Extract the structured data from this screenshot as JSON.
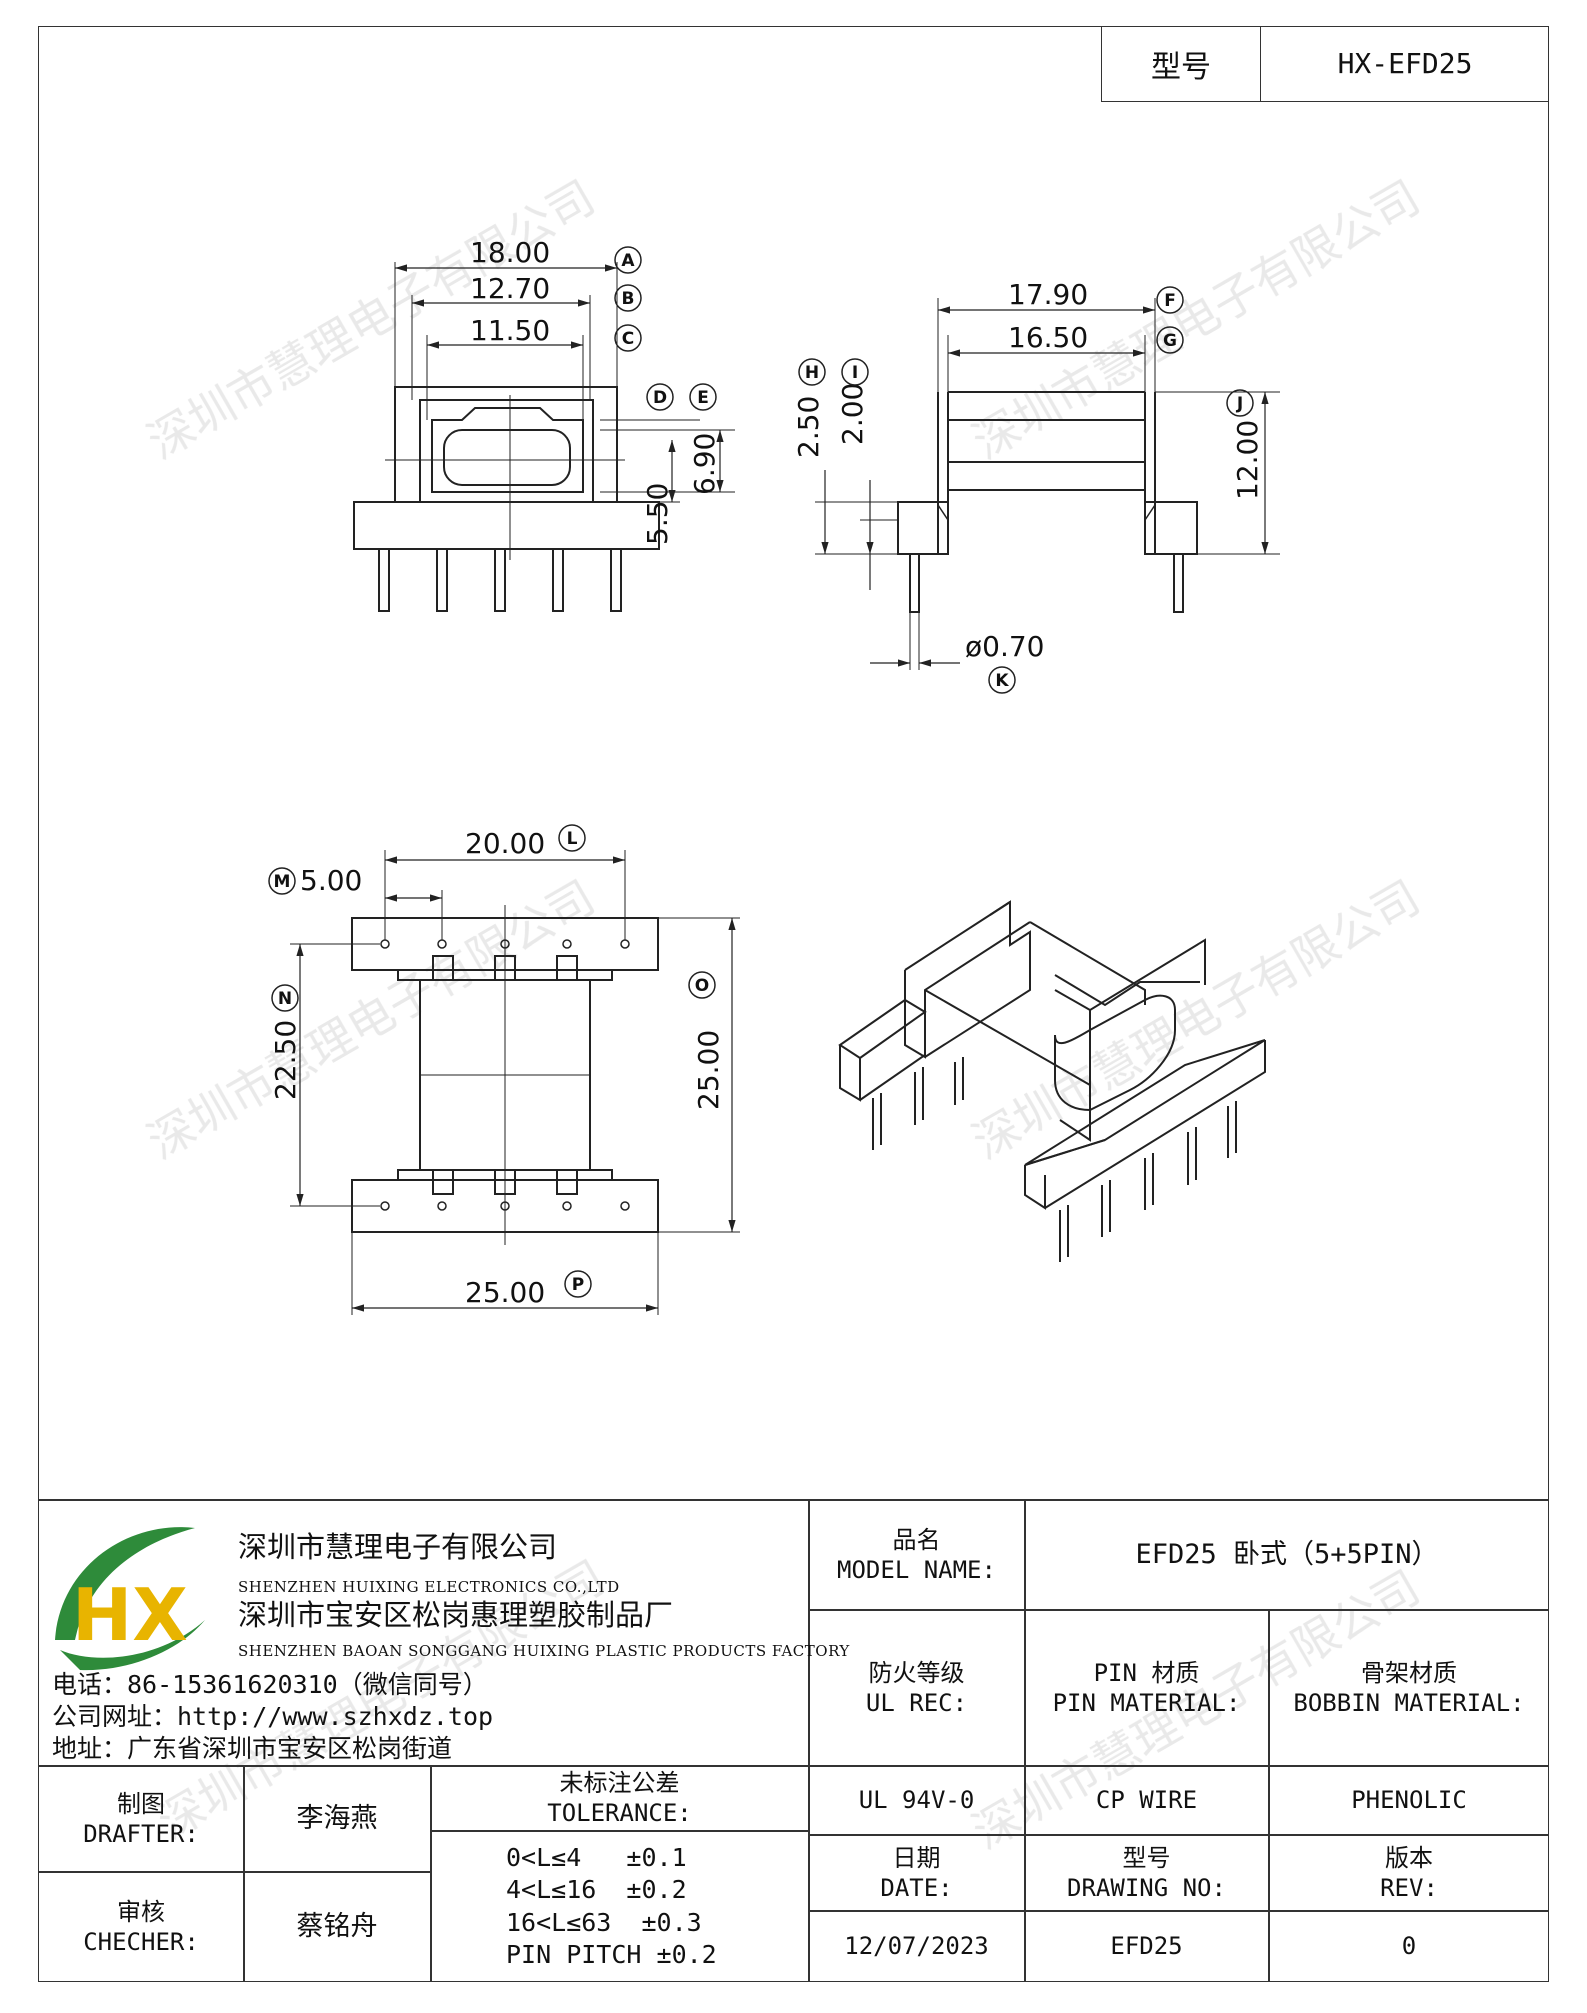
{
  "header": {
    "model_label": "型号",
    "model_value": "HX-EFD25"
  },
  "dimensions": {
    "A": "18.00",
    "B": "12.70",
    "C": "11.50",
    "D": "6.90",
    "E": "5.50",
    "F": "17.90",
    "G": "16.50",
    "H": "2.50",
    "I": "2.00",
    "J": "12.00",
    "K": "ø0.70",
    "L": "20.00",
    "M": "5.00",
    "N": "22.50",
    "O": "25.00",
    "P": "25.00"
  },
  "dim_letters": [
    "A",
    "B",
    "C",
    "D",
    "E",
    "F",
    "G",
    "H",
    "I",
    "J",
    "K",
    "L",
    "M",
    "N",
    "O",
    "P"
  ],
  "watermark": "深圳市慧理电子有限公司",
  "company": {
    "logo_text": "HX",
    "name_cn": "深圳市慧理电子有限公司",
    "name_en": "SHENZHEN HUIXING ELECTRONICS CO.,LTD",
    "factory_cn": "深圳市宝安区松岗惠理塑胶制品厂",
    "factory_en": "SHENZHEN BAOAN SONGGANG HUIXING PLASTIC PRODUCTS FACTORY",
    "phone": "电话：86-15361620310（微信同号）",
    "website": "公司网址：http://www.szhxdz.top",
    "address": "地址：广东省深圳市宝安区松岗街道"
  },
  "title_block": {
    "model_name_cn": "品名",
    "model_name_en": "MODEL NAME:",
    "model_name_value": "EFD25 卧式（5+5PIN）",
    "ul_cn": "防火等级",
    "ul_en": "UL REC:",
    "pin_cn": "PIN 材质",
    "pin_en": "PIN MATERIAL:",
    "bobbin_cn": "骨架材质",
    "bobbin_en": "BOBBIN MATERIAL:",
    "ul_value": "UL 94V-0",
    "pin_value": "CP WIRE",
    "bobbin_value": "PHENOLIC",
    "drafter_cn": "制图",
    "drafter_en": "DRAFTER:",
    "drafter_name": "李海燕",
    "checker_cn": "审核",
    "checker_en": "CHECHER:",
    "checker_name": "蔡铭舟",
    "tol_cn": "未标注公差",
    "tol_en": "TOLERANCE:",
    "tol_lines": [
      "0<L≤4   ±0.1",
      "4<L≤16  ±0.2",
      "16<L≤63  ±0.3",
      "PIN PITCH ±0.2"
    ],
    "date_cn": "日期",
    "date_en": "DATE:",
    "date_value": "12/07/2023",
    "drawing_cn": "型号",
    "drawing_en": "DRAWING NO:",
    "drawing_value": "EFD25",
    "rev_cn": "版本",
    "rev_en": "REV:",
    "rev_value": "0"
  }
}
